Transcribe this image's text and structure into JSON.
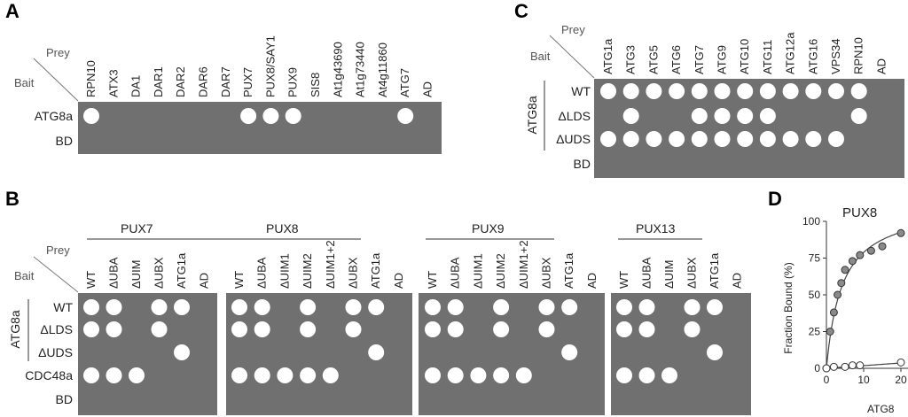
{
  "panel_a": {
    "label": "A",
    "corner_prey": "Prey",
    "corner_bait": "Bait",
    "columns": [
      "RPN10",
      "ATX3",
      "DA1",
      "DAR1",
      "DAR2",
      "DAR6",
      "DAR7",
      "PUX7",
      "PUX8/SAY1",
      "PUX9",
      "SIS8",
      "At1g43690",
      "At1g73440",
      "At4g11860",
      "ATG7",
      "AD"
    ],
    "rows": [
      {
        "label": "ATG8a",
        "dots": [
          1,
          0,
          0,
          0,
          0,
          0,
          0,
          1,
          1,
          1,
          0,
          0,
          0,
          0,
          1,
          0
        ]
      },
      {
        "label": "BD",
        "dots": [
          0,
          0,
          0,
          0,
          0,
          0,
          0,
          0,
          0,
          0,
          0,
          0,
          0,
          0,
          0,
          0
        ]
      }
    ]
  },
  "panel_c": {
    "label": "C",
    "corner_prey": "Prey",
    "corner_bait": "Bait",
    "group_label": "ATG8a",
    "columns": [
      "ATG1a",
      "ATG3",
      "ATG5",
      "ATG6",
      "ATG7",
      "ATG9",
      "ATG10",
      "ATG11",
      "ATG12a",
      "ATG16",
      "VPS34",
      "RPN10",
      "AD"
    ],
    "rows": [
      {
        "label": "WT",
        "dots": [
          1,
          1,
          1,
          1,
          1,
          1,
          1,
          1,
          1,
          1,
          1,
          1,
          0
        ]
      },
      {
        "label": "ΔLDS",
        "dots": [
          0,
          1,
          0,
          0,
          1,
          1,
          1,
          1,
          0,
          0,
          0,
          1,
          0
        ]
      },
      {
        "label": "ΔUDS",
        "dots": [
          1,
          1,
          1,
          1,
          1,
          1,
          1,
          1,
          1,
          1,
          1,
          0,
          0
        ]
      },
      {
        "label": "BD",
        "dots": [
          0,
          0,
          0,
          0,
          0,
          0,
          0,
          0,
          0,
          0,
          0,
          0,
          0
        ]
      }
    ]
  },
  "panel_b": {
    "label": "B",
    "corner_prey": "Prey",
    "corner_bait": "Bait",
    "group_label": "ATG8a",
    "row_labels": [
      "WT",
      "ΔLDS",
      "ΔUDS",
      "CDC48a",
      "BD"
    ],
    "blocks": [
      {
        "title": "PUX7",
        "columns": [
          "WT",
          "ΔUBA",
          "ΔUIM",
          "ΔUBX",
          "ATG1a",
          "AD"
        ],
        "dots": [
          [
            1,
            1,
            0,
            1,
            1,
            0
          ],
          [
            1,
            1,
            0,
            1,
            0,
            0
          ],
          [
            0,
            0,
            0,
            0,
            1,
            0
          ],
          [
            1,
            1,
            1,
            0,
            0,
            0
          ],
          [
            0,
            0,
            0,
            0,
            0,
            0
          ]
        ]
      },
      {
        "title": "PUX8",
        "columns": [
          "WT",
          "ΔUBA",
          "ΔUIM1",
          "ΔUIM2",
          "ΔUIM1+2",
          "ΔUBX",
          "ATG1a",
          "AD"
        ],
        "dots": [
          [
            1,
            1,
            0,
            1,
            0,
            1,
            1,
            0
          ],
          [
            1,
            1,
            0,
            1,
            0,
            1,
            0,
            0
          ],
          [
            0,
            0,
            0,
            0,
            0,
            0,
            1,
            0
          ],
          [
            1,
            1,
            1,
            1,
            1,
            0,
            0,
            0
          ],
          [
            0,
            0,
            0,
            0,
            0,
            0,
            0,
            0
          ]
        ]
      },
      {
        "title": "PUX9",
        "columns": [
          "WT",
          "ΔUBA",
          "ΔUIM1",
          "ΔUIM2",
          "ΔUIM1+2",
          "ΔUBX",
          "ATG1a",
          "AD"
        ],
        "dots": [
          [
            1,
            1,
            0,
            1,
            0,
            1,
            1,
            0
          ],
          [
            1,
            1,
            0,
            1,
            0,
            1,
            0,
            0
          ],
          [
            0,
            0,
            0,
            0,
            0,
            0,
            1,
            0
          ],
          [
            1,
            1,
            1,
            1,
            1,
            0,
            0,
            0
          ],
          [
            0,
            0,
            0,
            0,
            0,
            0,
            0,
            0
          ]
        ]
      },
      {
        "title": "PUX13",
        "columns": [
          "WT",
          "ΔUBA",
          "ΔUIM",
          "ΔUBX",
          "ATG1a",
          "AD"
        ],
        "dots": [
          [
            1,
            1,
            0,
            1,
            1,
            0
          ],
          [
            1,
            1,
            0,
            1,
            0,
            0
          ],
          [
            0,
            0,
            0,
            0,
            1,
            0
          ],
          [
            1,
            1,
            1,
            0,
            0,
            0
          ],
          [
            0,
            0,
            0,
            0,
            0,
            0
          ]
        ]
      }
    ]
  },
  "panel_d": {
    "label": "D",
    "title": "PUX8",
    "ylabel": "Fraction Bound (%)",
    "xlabel": "ATG8",
    "y_ticks": [
      "0",
      "25",
      "50",
      "75",
      "100"
    ],
    "x_ticks": [
      "0",
      "10",
      "20"
    ]
  },
  "chart_data": {
    "type": "scatter",
    "title": "PUX8",
    "xlabel": "ATG8",
    "ylabel": "Fraction Bound (%)",
    "xlim": [
      0,
      20
    ],
    "ylim": [
      0,
      100
    ],
    "series": [
      {
        "values": [
          [
            0,
            0
          ],
          [
            1,
            25
          ],
          [
            2,
            38
          ],
          [
            3,
            50
          ],
          [
            4,
            58
          ],
          [
            5,
            67
          ],
          [
            7,
            73
          ],
          [
            9,
            77
          ],
          [
            12,
            80
          ],
          [
            15,
            83
          ],
          [
            20,
            92
          ]
        ],
        "style": "filled"
      },
      {
        "values": [
          [
            0,
            0
          ],
          [
            2,
            1
          ],
          [
            5,
            1
          ],
          [
            7,
            2
          ],
          [
            9,
            2
          ],
          [
            20,
            4
          ]
        ],
        "style": "open"
      }
    ]
  },
  "colors": {
    "box": "#707070",
    "dot": "#ffffff",
    "line": "#333333",
    "grayfill": "#8a8a8a"
  }
}
